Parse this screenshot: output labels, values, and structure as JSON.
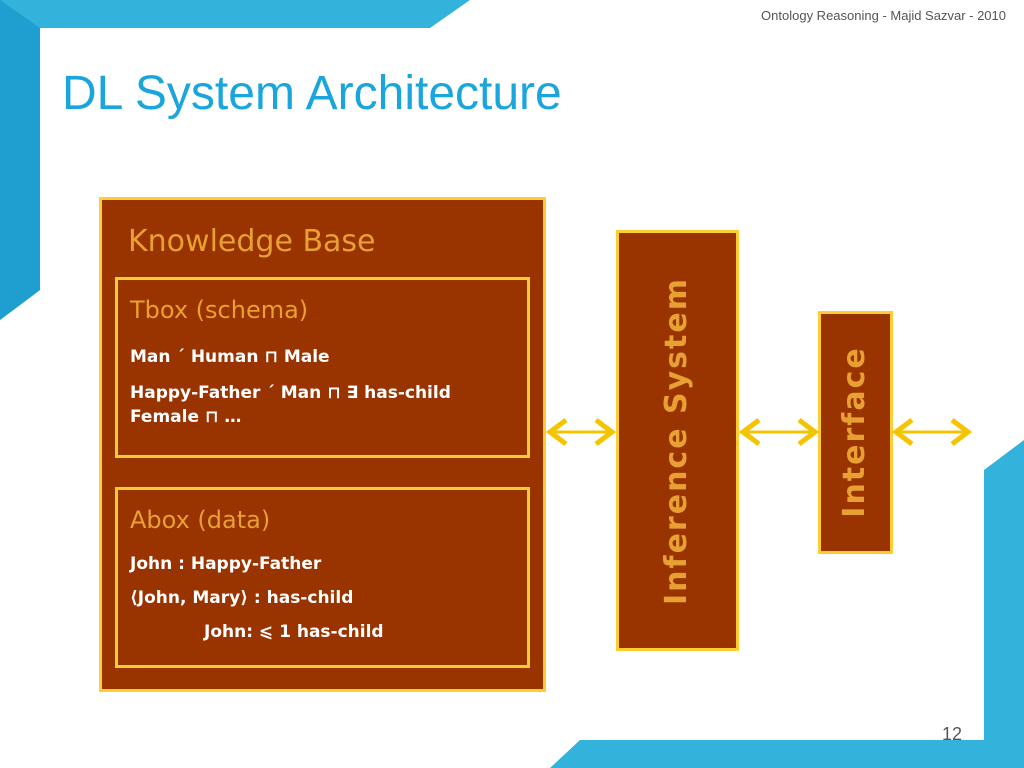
{
  "header": {
    "citation": "Ontology Reasoning - Majid Sazvar - 2010"
  },
  "slide": {
    "title": "DL System Architecture",
    "page_number": "12"
  },
  "knowledge_base": {
    "title": "Knowledge Base",
    "tbox": {
      "title": "Tbox (schema)",
      "axioms": [
        "Man ´ Human ⊓ Male",
        "Happy-Father ´ Man ⊓ ∃ has-child Female ⊓ …"
      ]
    },
    "abox": {
      "title": "Abox (data)",
      "assertions": [
        "John : Happy-Father",
        "⟨John, Mary⟩ : has-child",
        "John: ⩽ 1 has-child"
      ]
    }
  },
  "inference_system": {
    "label": "Inference System"
  },
  "interface": {
    "label": "Interface"
  },
  "colors": {
    "accent": "#1aa6dd",
    "box_fill": "#993300",
    "box_border": "#ffcc33",
    "label_text": "#e8a033",
    "arrow": "#f5c400"
  }
}
